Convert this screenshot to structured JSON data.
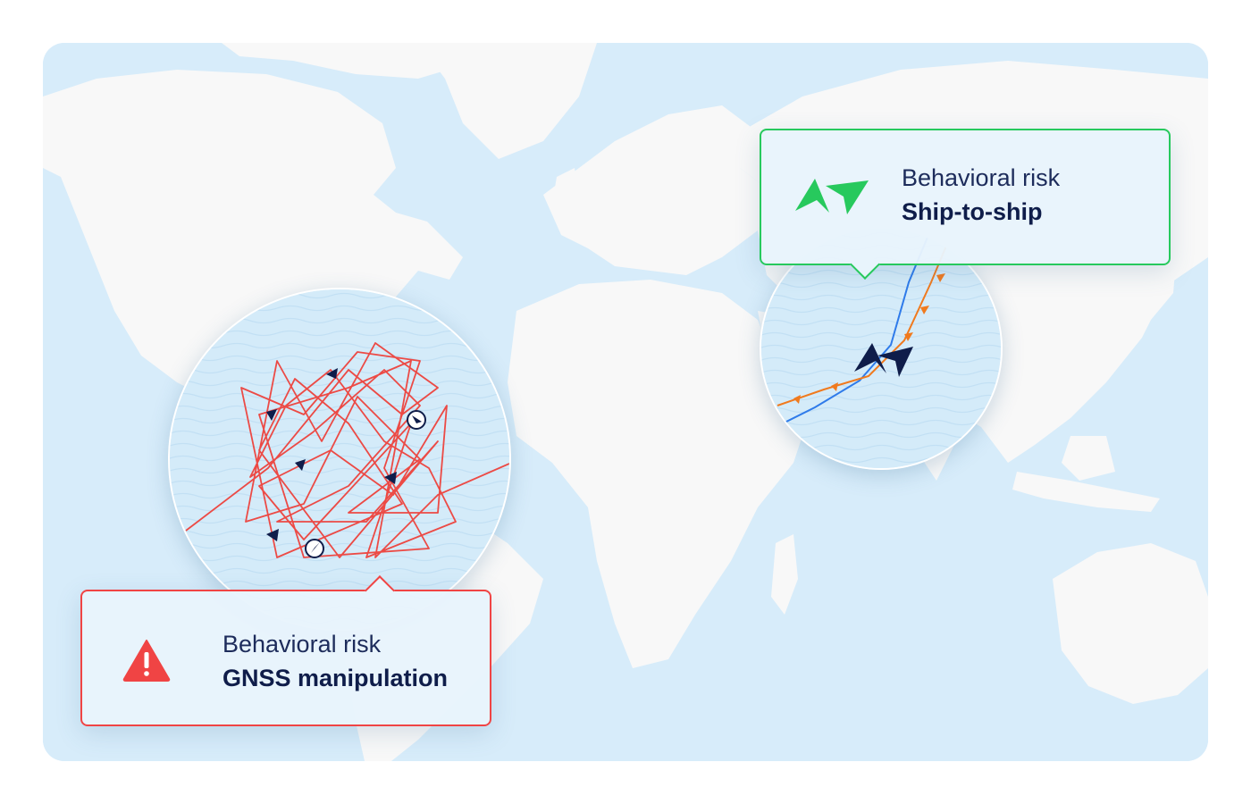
{
  "map": {
    "ocean_color": "#d7ecfa",
    "land_color": "#f8f8f8"
  },
  "callouts": {
    "gnss": {
      "category": "Behavioral risk",
      "title": "GNSS manipulation",
      "border_color": "#f04444",
      "icon": "warning-triangle-icon"
    },
    "sts": {
      "category": "Behavioral risk",
      "title": "Ship-to-ship",
      "border_color": "#27c95d",
      "icon": "ship-to-ship-icon"
    }
  },
  "tracks": {
    "gnss_color": "#ec4a45",
    "sts_vessel_a_color": "#2f7bea",
    "sts_vessel_b_color": "#f07a1e",
    "vessel_marker_color": "#0f1d4a"
  }
}
